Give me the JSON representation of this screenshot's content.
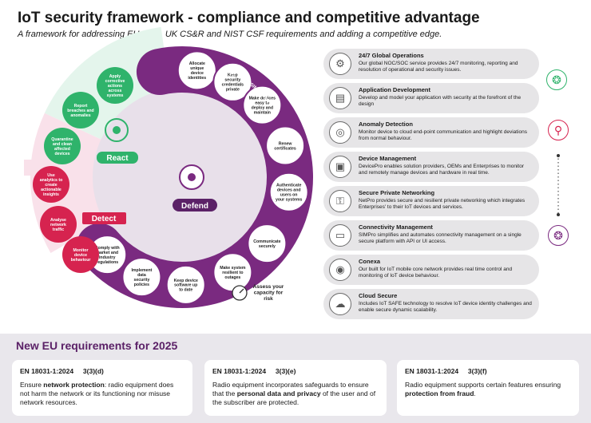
{
  "header": {
    "title": "IoT security framework - compliance and competitive advantage",
    "subtitle": "A framework for addressing EU CRA, UK CS&R and NIST CSF requirements and adding a competitive edge."
  },
  "diagram": {
    "react_label": "React",
    "detect_label": "Detect",
    "defend_label": "Defend",
    "arc_label": "IoT SAFE (SIM applet)",
    "assess_label": "Assess your capacity for risk",
    "react_items": [
      "Apply corrective actions across systems",
      "Report breaches and anomalies",
      "Quarantine and clean affected devices"
    ],
    "detect_items": [
      "Use analytics to create actionable insights",
      "Analyse network traffic",
      "Monitor device behaviour"
    ],
    "defend_items": [
      "Allocate unique device identities",
      "Keep security credentials private",
      "Make devices easy to deploy and maintain",
      "Renew certificates",
      "Authenticate devices and users on your systems",
      "Communicate securely",
      "Make system resilient to outages",
      "Keep device software up to date",
      "Implement data security policies",
      "Comply with market and industry regulations"
    ]
  },
  "services": [
    {
      "name": "24/7 Global Operations",
      "desc": "Our global NOC/SOC service provides 24/7 monitoring, reporting and resolution of operational and security issues.",
      "icon": "globe-gear-icon"
    },
    {
      "name": "Application Development",
      "desc": "Develop and model your application with security at the forefront of the design",
      "icon": "app-development-icon"
    },
    {
      "name": "Anomaly Detection",
      "desc": "Monitor device to cloud end-point communication and highlight deviations from normal behaviour.",
      "icon": "radar-icon"
    },
    {
      "name": "Device Management",
      "desc": "DevicePro enables solution providers, OEMs and Enterprises to monitor and remotely manage devices and hardware in real time.",
      "icon": "device-network-icon"
    },
    {
      "name": "Secure Private Networking",
      "desc": "NetPro provides secure and resilient private networking which integrates Enterprises' to their IoT devices and services.",
      "icon": "lock-network-icon"
    },
    {
      "name": "Connectivity Management",
      "desc": "SIMPro simplifies and automates connectivity management on a single secure platform with API or UI access.",
      "icon": "monitor-sim-icon"
    },
    {
      "name": "Conexa",
      "desc": "Our built for IoT mobile core network provides real time control and monitoring of IoT device behaviour.",
      "icon": "conexa-logo-icon"
    },
    {
      "name": "Cloud Secure",
      "desc": "Includes IoT SAFE technology to resolve IoT device identity challenges and enable secure dynamic scalability.",
      "icon": "cloud-lock-icon"
    }
  ],
  "requirements": {
    "title": "New EU requirements for 2025",
    "cards": [
      {
        "code": "EN 18031-1:2024     3(3)(d)",
        "pre": "Ensure ",
        "bold": "network protection",
        "post": ": radio equipment does not harm the network or its functioning nor misuse network resources."
      },
      {
        "code": "EN 18031-1:2024     3(3)(e)",
        "pre": "Radio equipment incorporates safeguards to ensure that the ",
        "bold": "personal data and privacy",
        "post": " of the user and of the subscriber are protected."
      },
      {
        "code": "EN 18031-1:2024     3(3)(f)",
        "pre": "Radio equipment supports certain features ensuring ",
        "bold": "protection from fraud",
        "post": "."
      }
    ]
  },
  "colors": {
    "react": "#2fb36b",
    "detect": "#d6234f",
    "defend": "#7a2a80",
    "defend_dark": "#5b2167"
  }
}
